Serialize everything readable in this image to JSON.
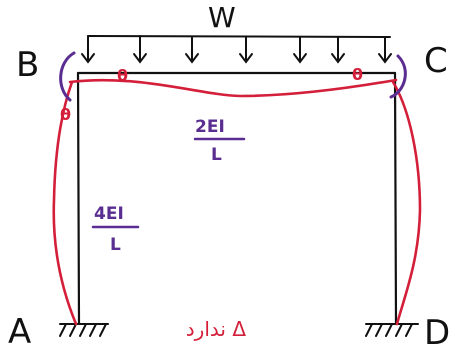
{
  "labels": {
    "load": "W",
    "node_b": "B",
    "node_c": "C",
    "node_a": "A",
    "node_d": "D"
  },
  "annotations": {
    "beam_stiffness_num": "2EI",
    "beam_stiffness_den": "L",
    "column_stiffness_num": "4EI",
    "column_stiffness_den": "L",
    "theta_b_column": "θ",
    "theta_b_beam": "θ",
    "theta_c": "θ",
    "note": "Δ ندارد"
  },
  "colors": {
    "frame": "#111111",
    "deflected_shape": "#d41f3a",
    "rotation_marks": "#5a2d91",
    "stiffness_text": "#5a2d91"
  }
}
